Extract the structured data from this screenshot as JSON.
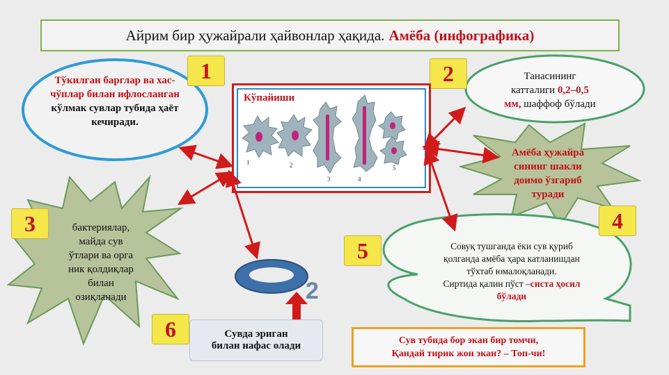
{
  "title": {
    "main": "Айрим бир ҳужайрали ҳайвонлар ҳақида.",
    "highlight": "Амёба (инфографика)"
  },
  "numbers": [
    "1",
    "2",
    "3",
    "4",
    "5",
    "6"
  ],
  "fact1": {
    "red": "Тўкилган барглар ва хас-чўплар билан ифлосланган",
    "black": "кўлмак сувлар тубида ҳаёт кечиради."
  },
  "fact2": {
    "line1": "Танасининг",
    "line2a": "катталиги",
    "line2b": "0,2–0,5",
    "line3a": "мм,",
    "line3b": "шаффоф бўлади"
  },
  "fact3": {
    "lines": [
      "бактериялар,",
      "майда сув",
      "ўтлари ва орга",
      "ник қолдиқлар",
      "билан",
      "озиқланади"
    ]
  },
  "fact4": {
    "lines": [
      "Амёба ҳужайра",
      "сининг шакли",
      "доимо ўзгариб",
      "туради"
    ]
  },
  "fact5": {
    "line1": "Совуқ тушганда ёки сув қуриб",
    "line2": "қолганда амёба ҳара катланишдан",
    "line3": "тўхтаб юмалоқланади.",
    "line4a": "Сиртида қалин пўст –",
    "line4b": "систа ҳосил",
    "line5": "бўлади"
  },
  "fact6": {
    "line1": "Сувда эриган",
    "line2": "билан нафас олади"
  },
  "center": {
    "label": "Кўпайиши",
    "stage_numbers": [
      "1",
      "2",
      "3",
      "4",
      "5"
    ]
  },
  "o2": {
    "text": "O",
    "sub": "2"
  },
  "riddle": {
    "line1": "Сув тубида бор экан бир томчи,",
    "line2": "Қандай тирик жон экан? – Топ-чи!"
  },
  "colors": {
    "accent_red": "#c0121a",
    "number_bg": "#f5e64a",
    "ellipse_blue": "#2f9bd6",
    "ellipse_green": "#4aa06a",
    "star_fill": "#b7c39a",
    "arrow_red": "#d11a1a"
  }
}
